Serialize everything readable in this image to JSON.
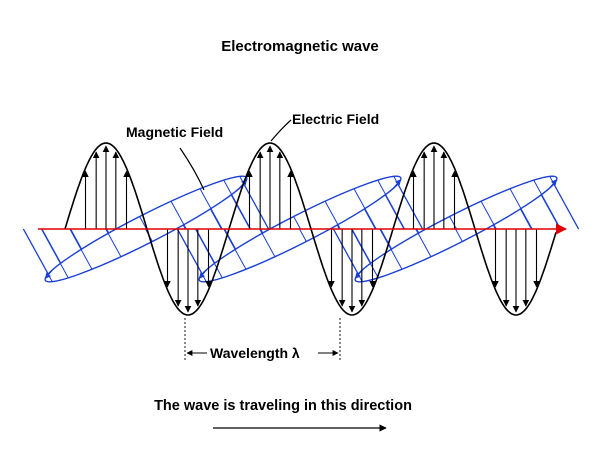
{
  "title": "Electromagnetic wave",
  "labels": {
    "magnetic_field": "Magnetic Field",
    "electric_field": "Electric Field",
    "wavelength": "Wavelength λ",
    "direction": "The wave is traveling in this direction"
  },
  "colors": {
    "electric": "#000000",
    "magnetic": "#1a3fd6",
    "axis": "#e00000"
  }
}
